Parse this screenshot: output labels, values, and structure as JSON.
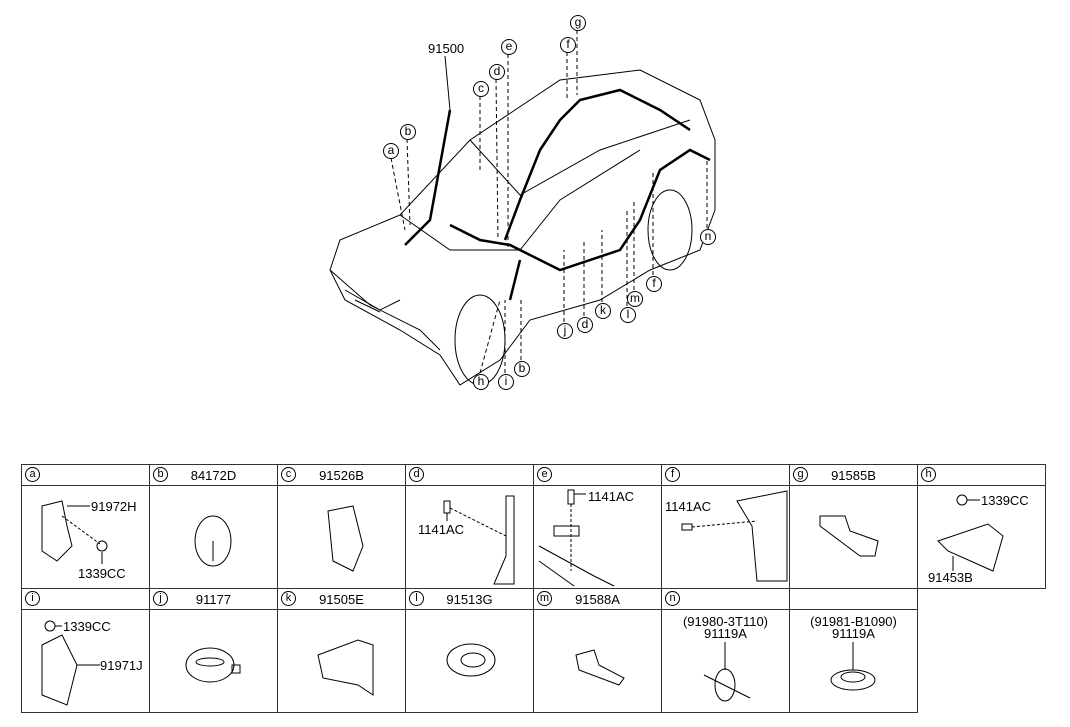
{
  "diagram": {
    "main_part": "91500",
    "callouts": [
      "a",
      "b",
      "c",
      "d",
      "e",
      "f",
      "g",
      "n",
      "f",
      "m",
      "l",
      "k",
      "d",
      "j",
      "b",
      "h",
      "i"
    ]
  },
  "table": {
    "row1": [
      {
        "letter": "a",
        "header": "",
        "parts": [
          "91972H",
          "1339CC"
        ]
      },
      {
        "letter": "b",
        "header": "84172D",
        "parts": []
      },
      {
        "letter": "c",
        "header": "91526B",
        "parts": []
      },
      {
        "letter": "d",
        "header": "",
        "parts": [
          "1141AC"
        ]
      },
      {
        "letter": "e",
        "header": "",
        "parts": [
          "1141AC"
        ]
      },
      {
        "letter": "f",
        "header": "",
        "parts": [
          "1141AC"
        ]
      },
      {
        "letter": "g",
        "header": "91585B",
        "parts": []
      },
      {
        "letter": "h",
        "header": "",
        "parts": [
          "1339CC",
          "91453B"
        ]
      }
    ],
    "row2": [
      {
        "letter": "i",
        "header": "",
        "parts": [
          "1339CC",
          "91971J"
        ]
      },
      {
        "letter": "j",
        "header": "91177",
        "parts": []
      },
      {
        "letter": "k",
        "header": "91505E",
        "parts": []
      },
      {
        "letter": "l",
        "header": "91513G",
        "parts": []
      },
      {
        "letter": "m",
        "header": "91588A",
        "parts": []
      },
      {
        "letter": "n",
        "header": "",
        "parts": [
          "(91980-3T110)",
          "91119A"
        ]
      },
      {
        "letter": "",
        "header": "",
        "parts": [
          "(91981-B1090)",
          "91119A"
        ]
      }
    ]
  }
}
